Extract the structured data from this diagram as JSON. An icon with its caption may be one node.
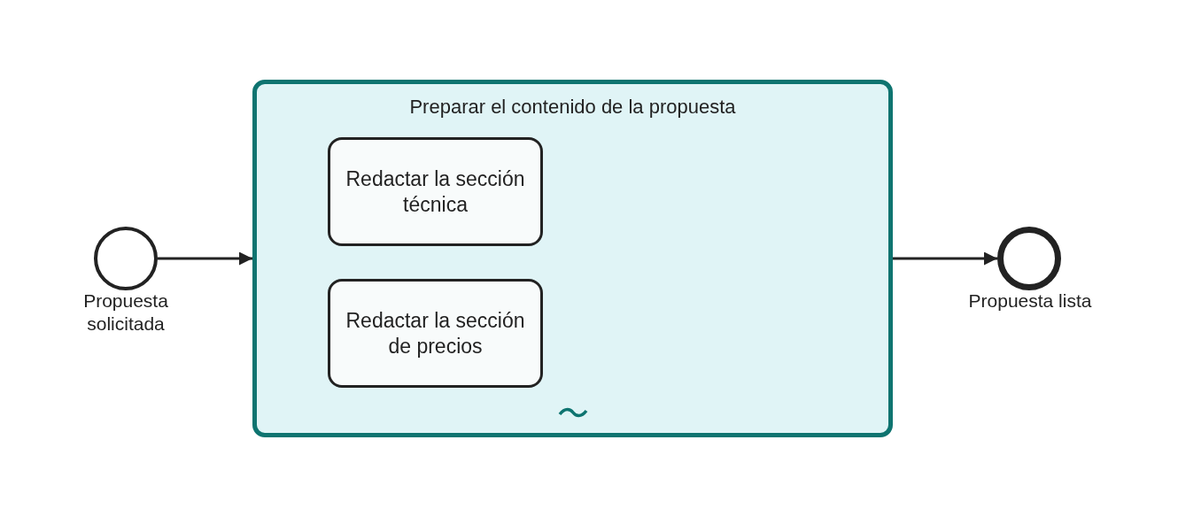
{
  "diagram": {
    "nodes": [
      {
        "text": [
          "Propuesta solicitada"
        ]
      },
      {
        "text": [
          "Preparar el contenido de la propuesta"
        ]
      },
      {
        "text": [
          "Redactar la sección técnica"
        ],
        "in": 1
      },
      {
        "text": [
          "Redactar la sección de precios"
        ],
        "in": 1
      },
      {
        "text": [
          "Propuesta lista"
        ]
      }
    ],
    "edges": [
      {
        "from": 0,
        "to": 1,
        "arrow": "to"
      },
      {
        "from": 1,
        "to": 4,
        "arrow": "to"
      }
    ]
  }
}
